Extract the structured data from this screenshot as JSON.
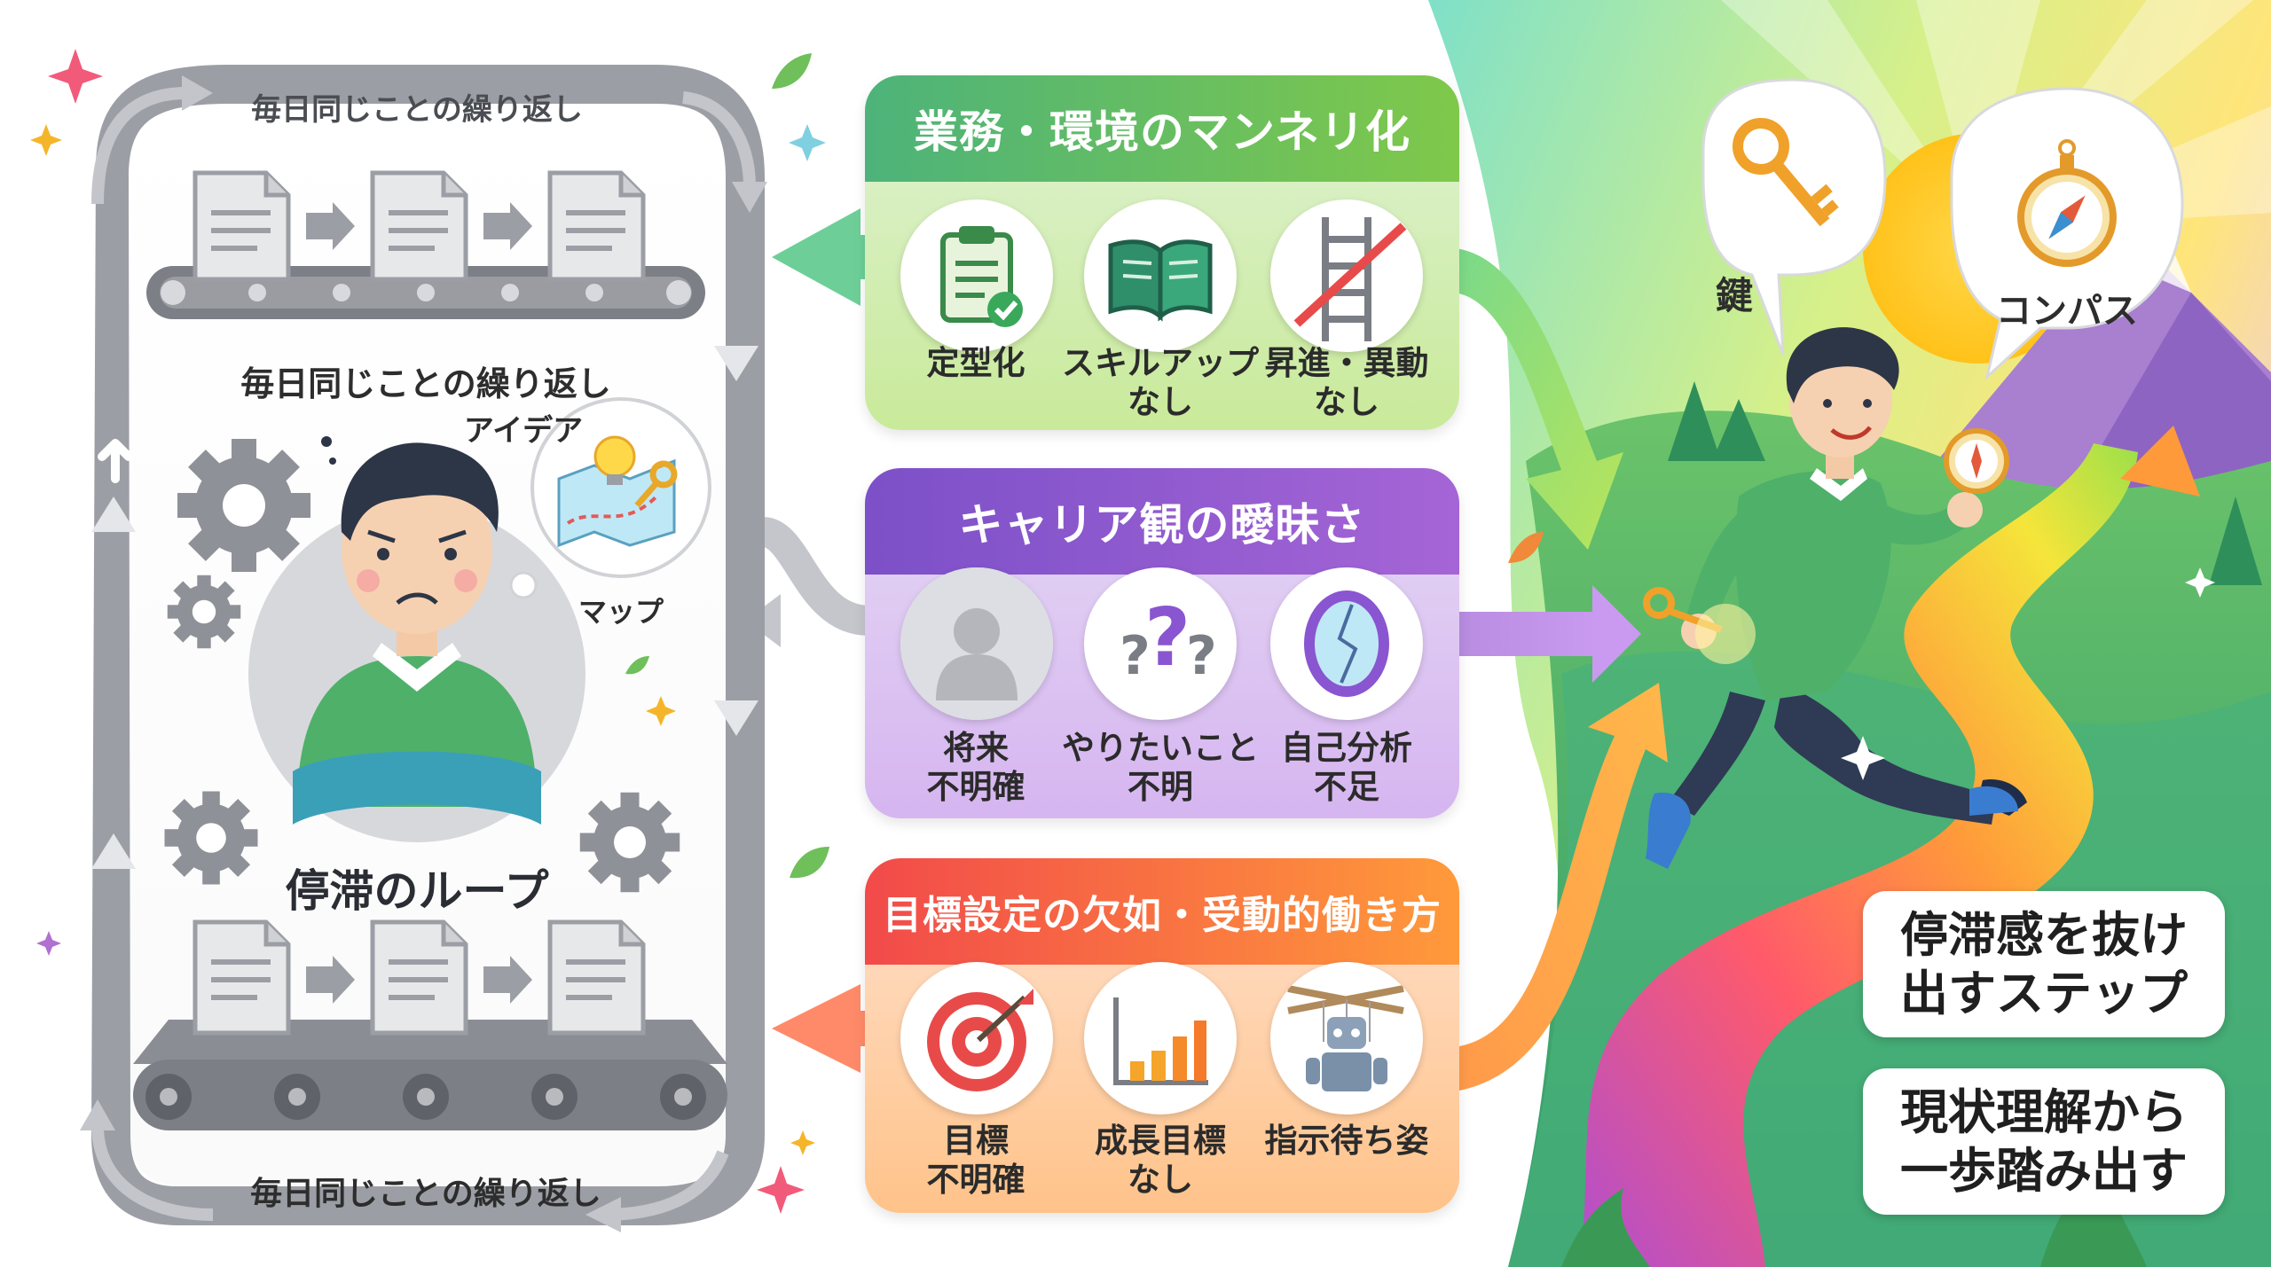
{
  "loop": {
    "top_label": "毎日同じことの繰り返し",
    "middle_label": "毎日同じことの繰り返し",
    "bottom_label": "毎日同じことの繰り返し",
    "thought_idea": "アイデア",
    "thought_map": "マップ",
    "title": "停滞のループ"
  },
  "panels": [
    {
      "title": "業務・環境のマンネリ化",
      "color": "#5ab54a",
      "items": [
        {
          "icon": "clipboard-check-icon",
          "line1": "定型化",
          "line2": ""
        },
        {
          "icon": "open-book-icon",
          "line1": "スキルアップ",
          "line2": "なし"
        },
        {
          "icon": "crossed-ladder-icon",
          "line1": "昇進・異動",
          "line2": "なし"
        }
      ]
    },
    {
      "title": "キャリア観の曖昧さ",
      "color": "#8a55d0",
      "items": [
        {
          "icon": "foggy-person-icon",
          "line1": "将来",
          "line2": "不明確"
        },
        {
          "icon": "question-marks-icon",
          "line1": "やりたいこと",
          "line2": "不明"
        },
        {
          "icon": "cracked-mirror-icon",
          "line1": "自己分析",
          "line2": "不足"
        }
      ]
    },
    {
      "title": "目標設定の欠如・受動的働き方",
      "color": "#f26a3a",
      "items": [
        {
          "icon": "target-icon",
          "line1": "目標",
          "line2": "不明確"
        },
        {
          "icon": "bar-chart-icon",
          "line1": "成長目標",
          "line2": "なし"
        },
        {
          "icon": "puppet-robot-icon",
          "line1": "指示待ち姿",
          "line2": ""
        }
      ]
    }
  ],
  "right": {
    "key_label": "鍵",
    "compass_label": "コンパス",
    "step_box_1": "停滞感を抜け\n出すステップ",
    "step_box_2": "現状理解から\n一歩踏み出す"
  }
}
